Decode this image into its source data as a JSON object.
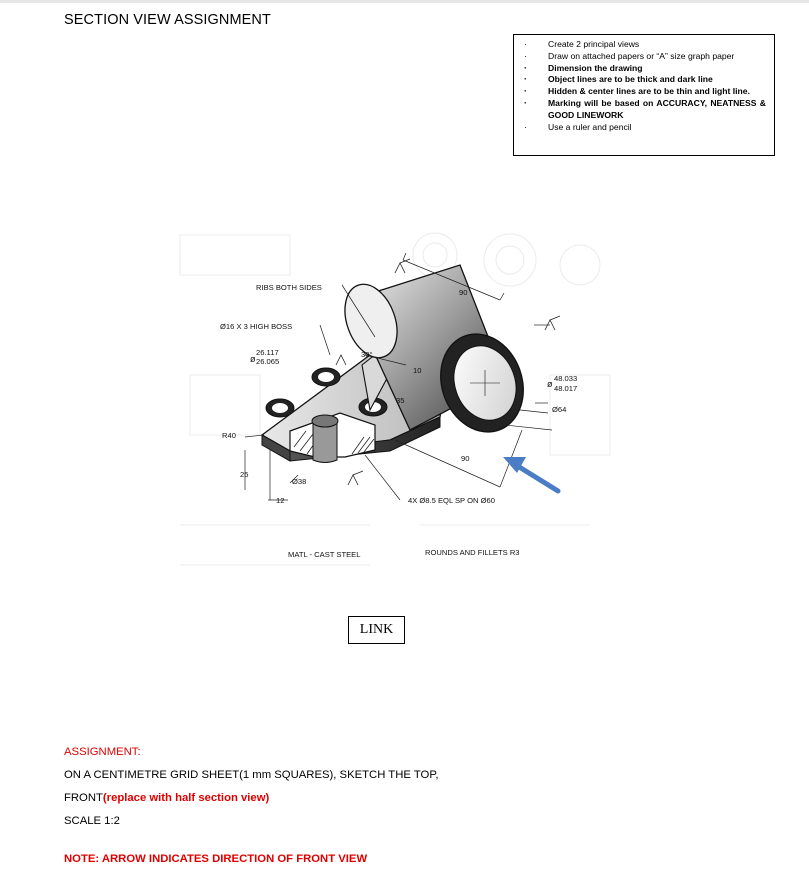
{
  "header": {
    "title": "SECTION VIEW ASSIGNMENT"
  },
  "instructions": [
    {
      "text": "Create 2 principal views",
      "bold": false
    },
    {
      "text": "Draw on attached papers or “A” size graph paper",
      "bold": false
    },
    {
      "text": "Dimension the drawing",
      "bold": true
    },
    {
      "text": "Object lines are to be thick and dark line",
      "bold": true
    },
    {
      "text": "Hidden & center lines are to be thin and light line.",
      "bold": true
    },
    {
      "text": "Marking will be based on ACCURACY, NEATNESS & GOOD LINEWORK",
      "bold": true
    },
    {
      "text": "Use a ruler and pencil",
      "bold": false
    }
  ],
  "drawing": {
    "labels": {
      "ribs": "RIBS BOTH SIDES",
      "boss": "Ø16 X 3 HIGH BOSS",
      "tol_small_upper": "26.117",
      "tol_small_lower": "26.065",
      "r40": "R40",
      "d25": "25",
      "d38": "Ø38",
      "d12": "12",
      "d90_top": "90",
      "d90_bottom": "90",
      "d10": "10",
      "angle30": "30°",
      "d35": "35",
      "tol_big_upper": "48.033",
      "tol_big_lower": "48.017",
      "d64": "Ø64",
      "holes": "4X Ø8.5 EQL SP ON Ø60",
      "material": "MATL - CAST STEEL",
      "rounds": "ROUNDS AND FILLETS R3"
    },
    "arrow_color": "#4a7dc4"
  },
  "part_name": "LINK",
  "assignment": {
    "heading": "ASSIGNMENT:",
    "line1": "ON A CENTIMETRE GRID SHEET(1 mm SQUARES), SKETCH THE TOP,",
    "line2_prefix": "FRONT",
    "line2_red": "(replace with half section view)",
    "scale": "SCALE 1:2",
    "note": "NOTE: ARROW INDICATES DIRECTION OF FRONT VIEW"
  },
  "colors": {
    "accent_red": "#e00000"
  }
}
